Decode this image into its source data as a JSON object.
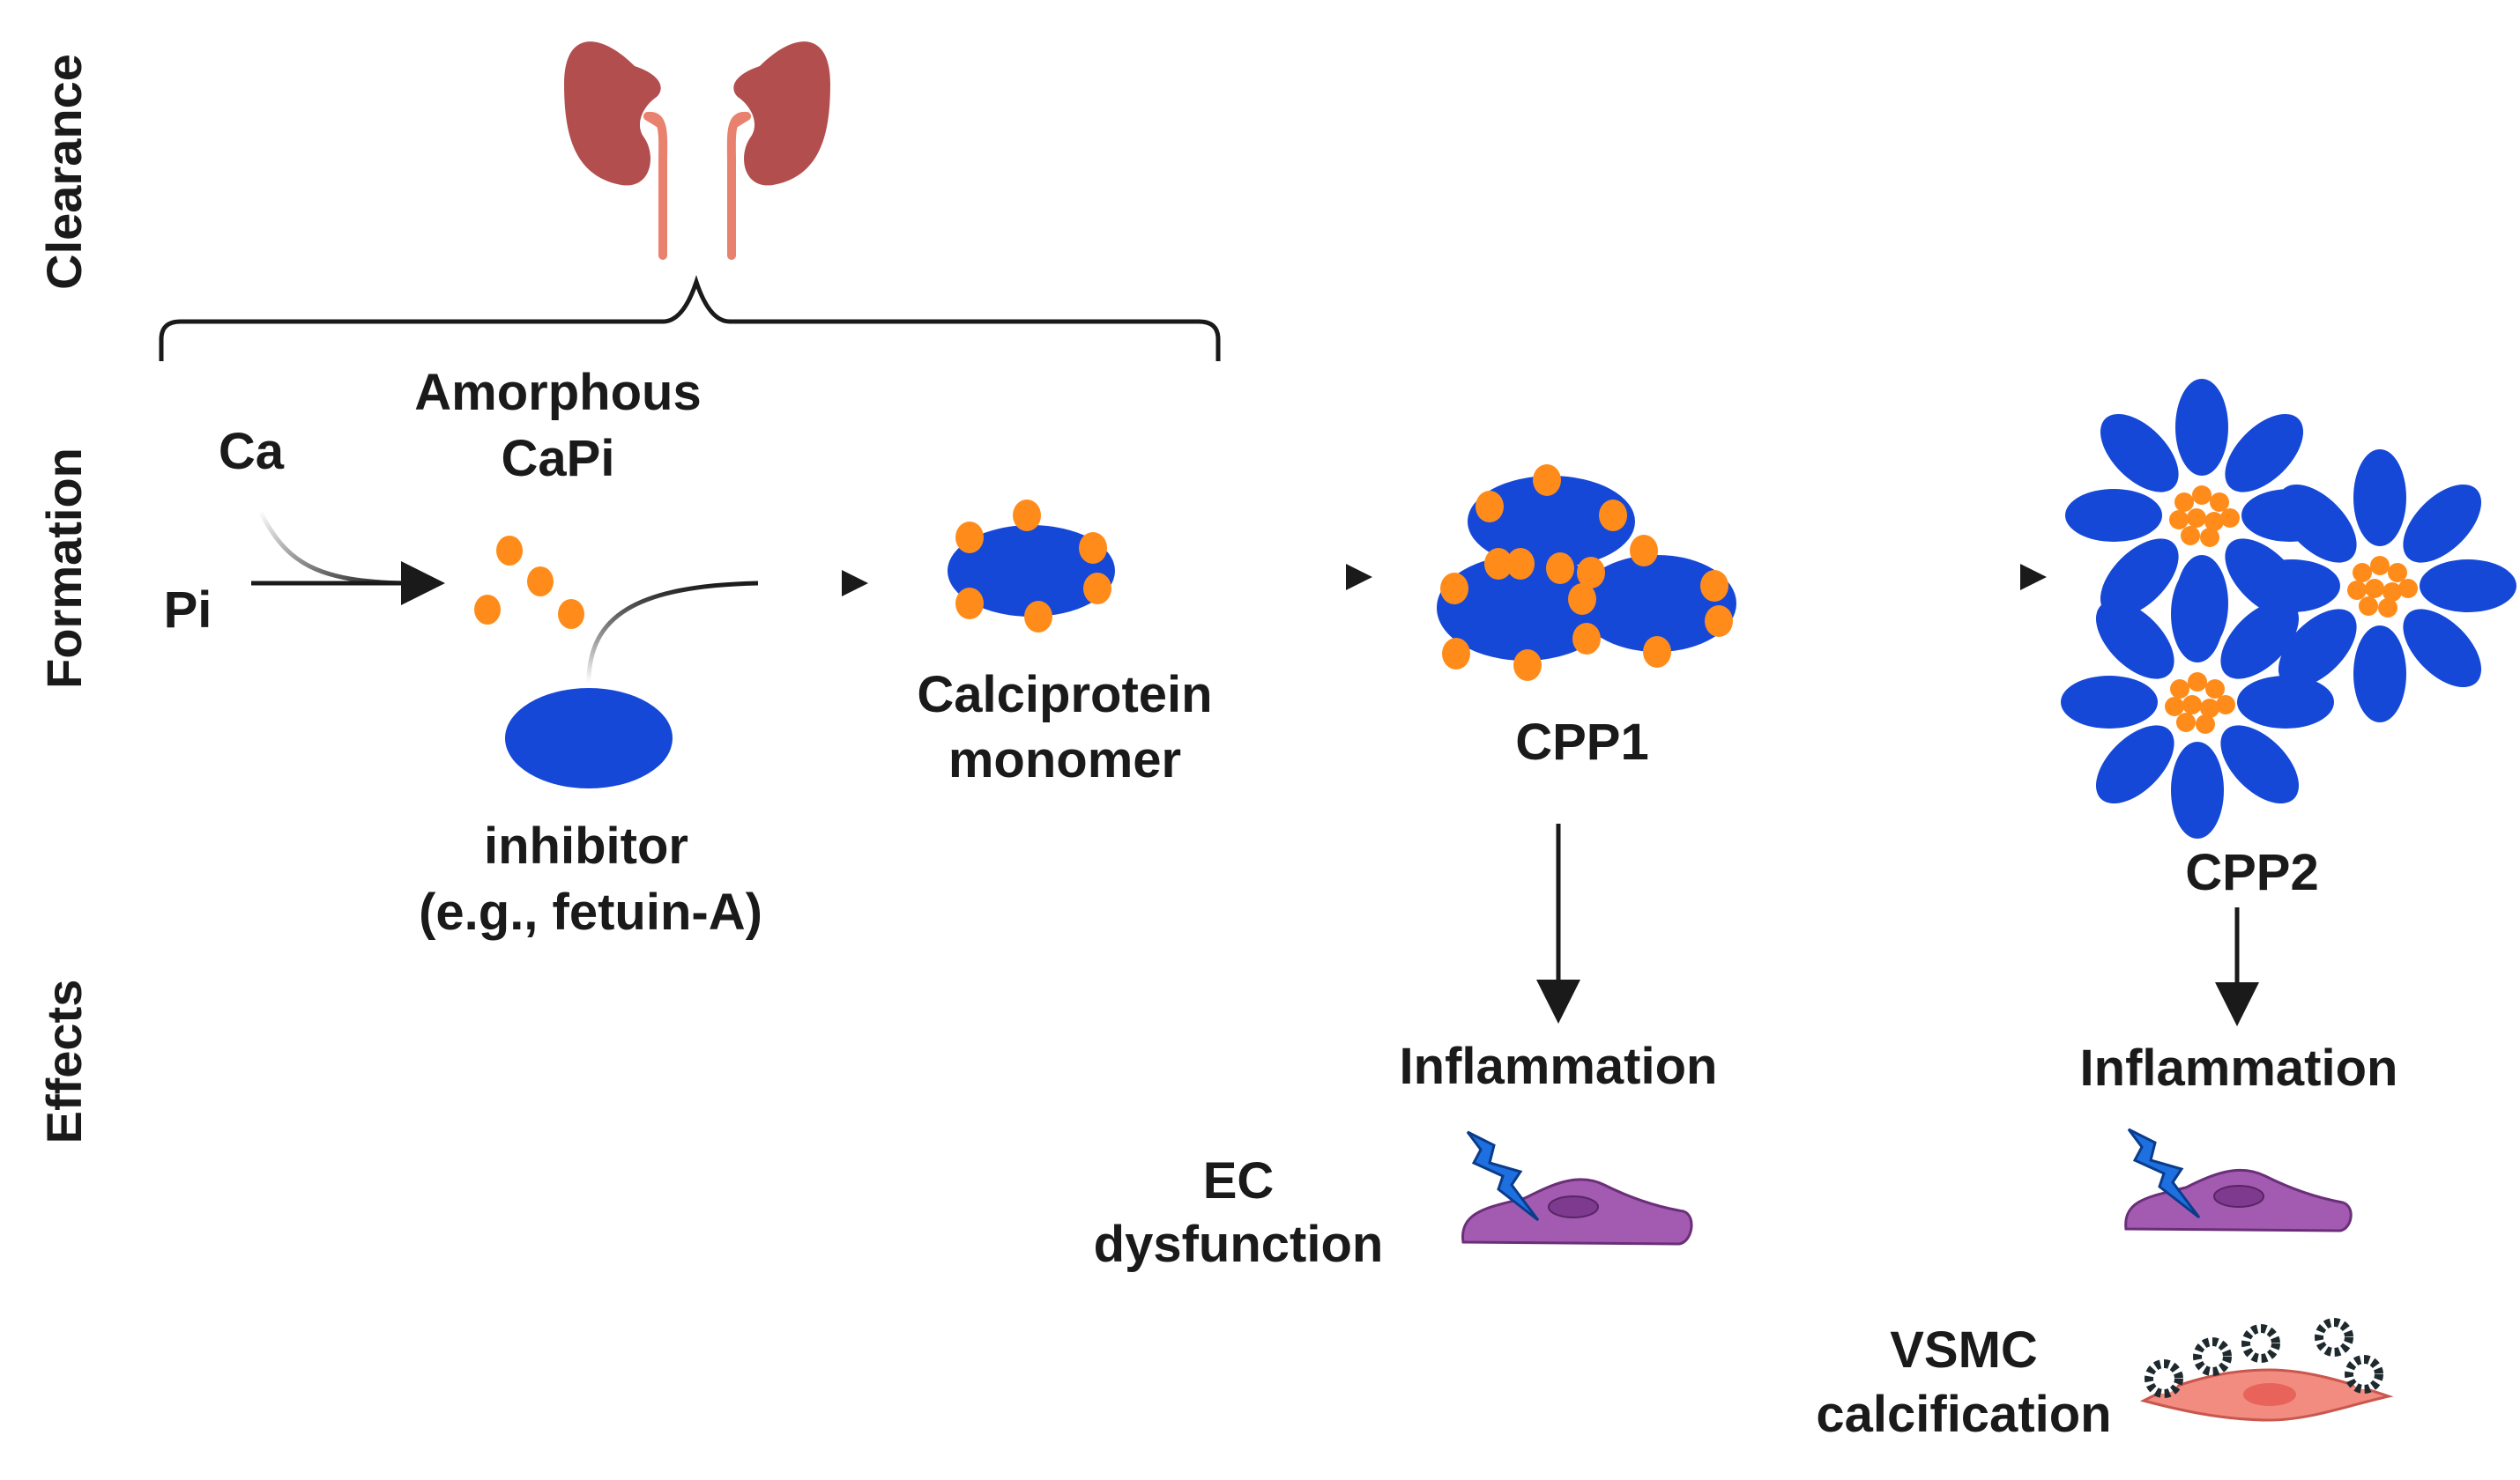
{
  "sections": {
    "clearance": "Clearance",
    "formation": "Formation",
    "effects": "Effects"
  },
  "labels": {
    "ca": "Ca",
    "pi": "Pi",
    "amorphous_line1": "Amorphous",
    "amorphous_line2": "CaPi",
    "inhibitor_line1": "inhibitor",
    "inhibitor_line2": "(e.g., fetuin-A)",
    "monomer_line1": "Calciprotein",
    "monomer_line2": "monomer",
    "cpp1": "CPP1",
    "cpp2": "CPP2",
    "inflammation_1": "Inflammation",
    "inflammation_2": "Inflammation",
    "ec_line1": "EC",
    "ec_line2": "dysfunction",
    "vsmc_line1": "VSMC",
    "vsmc_line2": "calcification"
  },
  "colors": {
    "kidney": "#b34e4e",
    "ureter": "#e8826e",
    "protein_blue": "#1648d8",
    "mineral_orange": "#ff8c1a",
    "cell_purple": "#a25bb0",
    "cell_nucleus": "#7d3a8e",
    "vsmc_pink": "#f28b80",
    "vsmc_nucleus": "#e8635a",
    "lightning": "#1e6fe0",
    "crystal_dark": "#1f2a2e",
    "arrow": "#1a1a1a"
  }
}
